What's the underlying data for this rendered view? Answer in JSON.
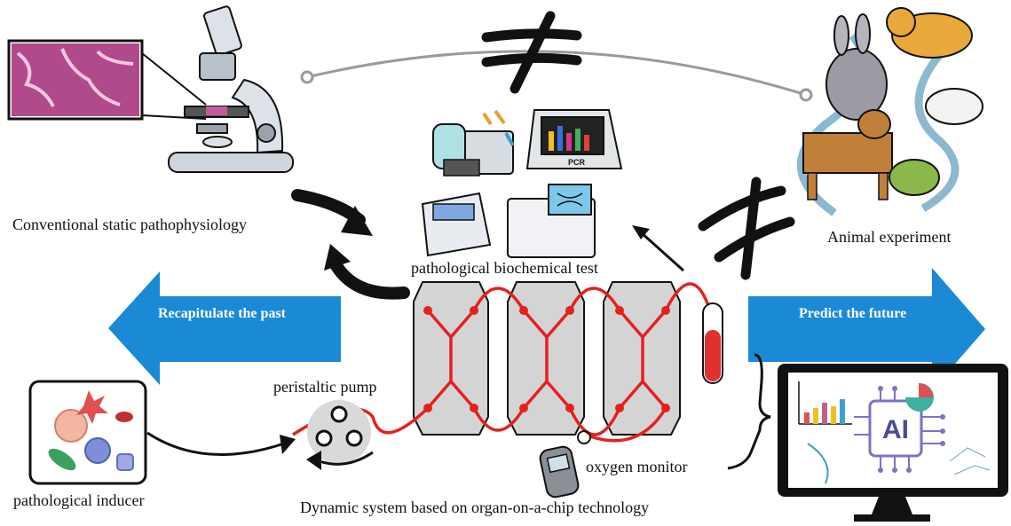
{
  "labels": {
    "conventional": "Conventional static pathophysiology",
    "animal": "Animal experiment",
    "biochem": "pathological biochemical test",
    "pump": "peristaltic pump",
    "inducer": "pathological inducer",
    "dynamic": "Dynamic system based on organ-on-a-chip technology",
    "oxygen": "oxygen monitor",
    "pcr": "PCR",
    "ai": "AI"
  },
  "arrows": {
    "left": "Recapitulate the past",
    "right": "Predict the future"
  },
  "colors": {
    "arrow_blue": "#1b8ad6",
    "channel_red": "#e52020",
    "chip_gray": "#d4d4d4",
    "symbol_black": "#111111"
  },
  "icons": [
    "microscope-icon",
    "animals-icon",
    "lab-equipment-icon",
    "pcr-machine-icon",
    "organ-chip-icon",
    "test-tube-icon",
    "pump-icon",
    "oxygen-monitor-icon",
    "cells-icon",
    "ai-monitor-icon",
    "not-equal-icon"
  ]
}
